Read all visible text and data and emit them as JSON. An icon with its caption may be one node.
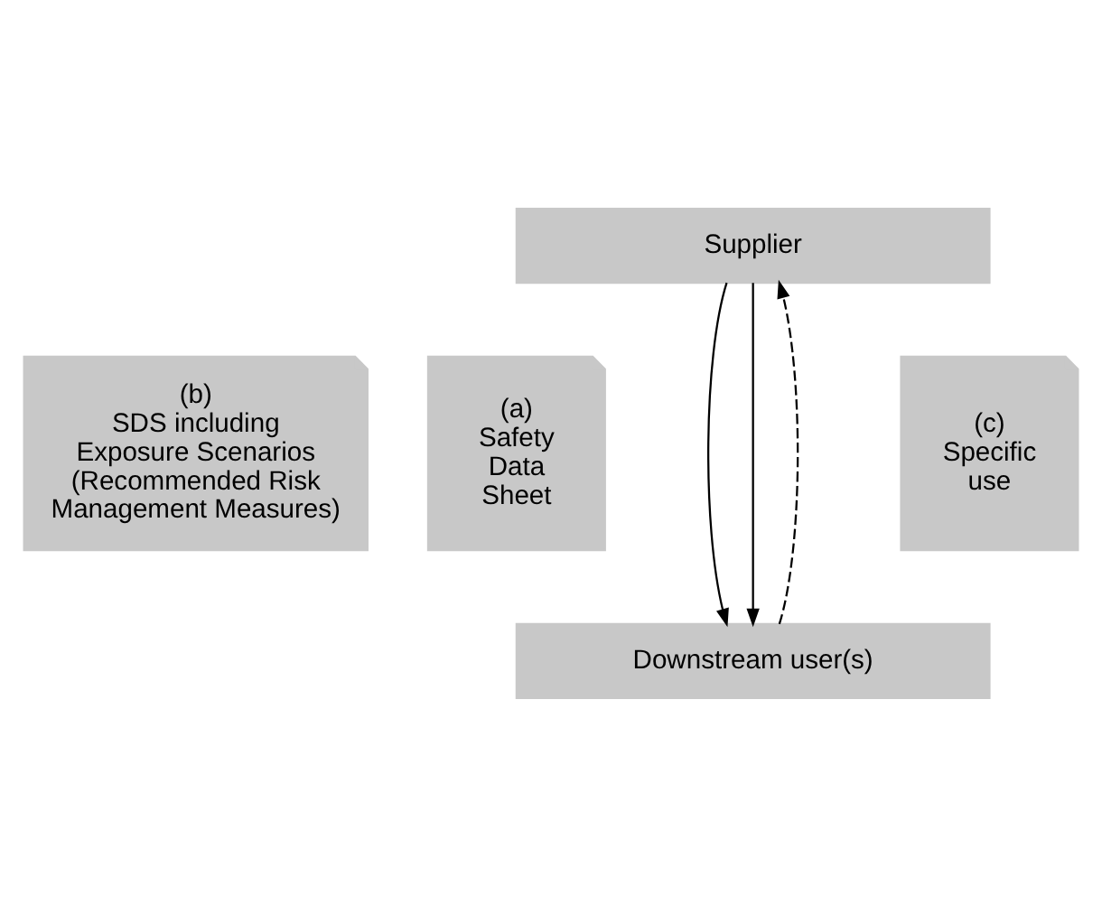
{
  "diagram": {
    "nodes": [
      {
        "text": [
          "Supplier"
        ]
      },
      {
        "text": [
          "(b)",
          "SDS including Exposure Scenarios (Recommended Risk Management Measures)"
        ]
      },
      {
        "text": [
          "(a)",
          "Safety Data Sheet"
        ]
      },
      {
        "text": [
          "(c)",
          "Specific use"
        ]
      },
      {
        "text": [
          "Downstream user(s)"
        ]
      }
    ],
    "edges": [
      {
        "from": 0,
        "to": 4,
        "arrow": "to"
      },
      {
        "from": 0,
        "to": 4,
        "arrow": "to"
      },
      {
        "from": 4,
        "to": 0,
        "arrow": "to",
        "style": "dashed"
      }
    ]
  }
}
